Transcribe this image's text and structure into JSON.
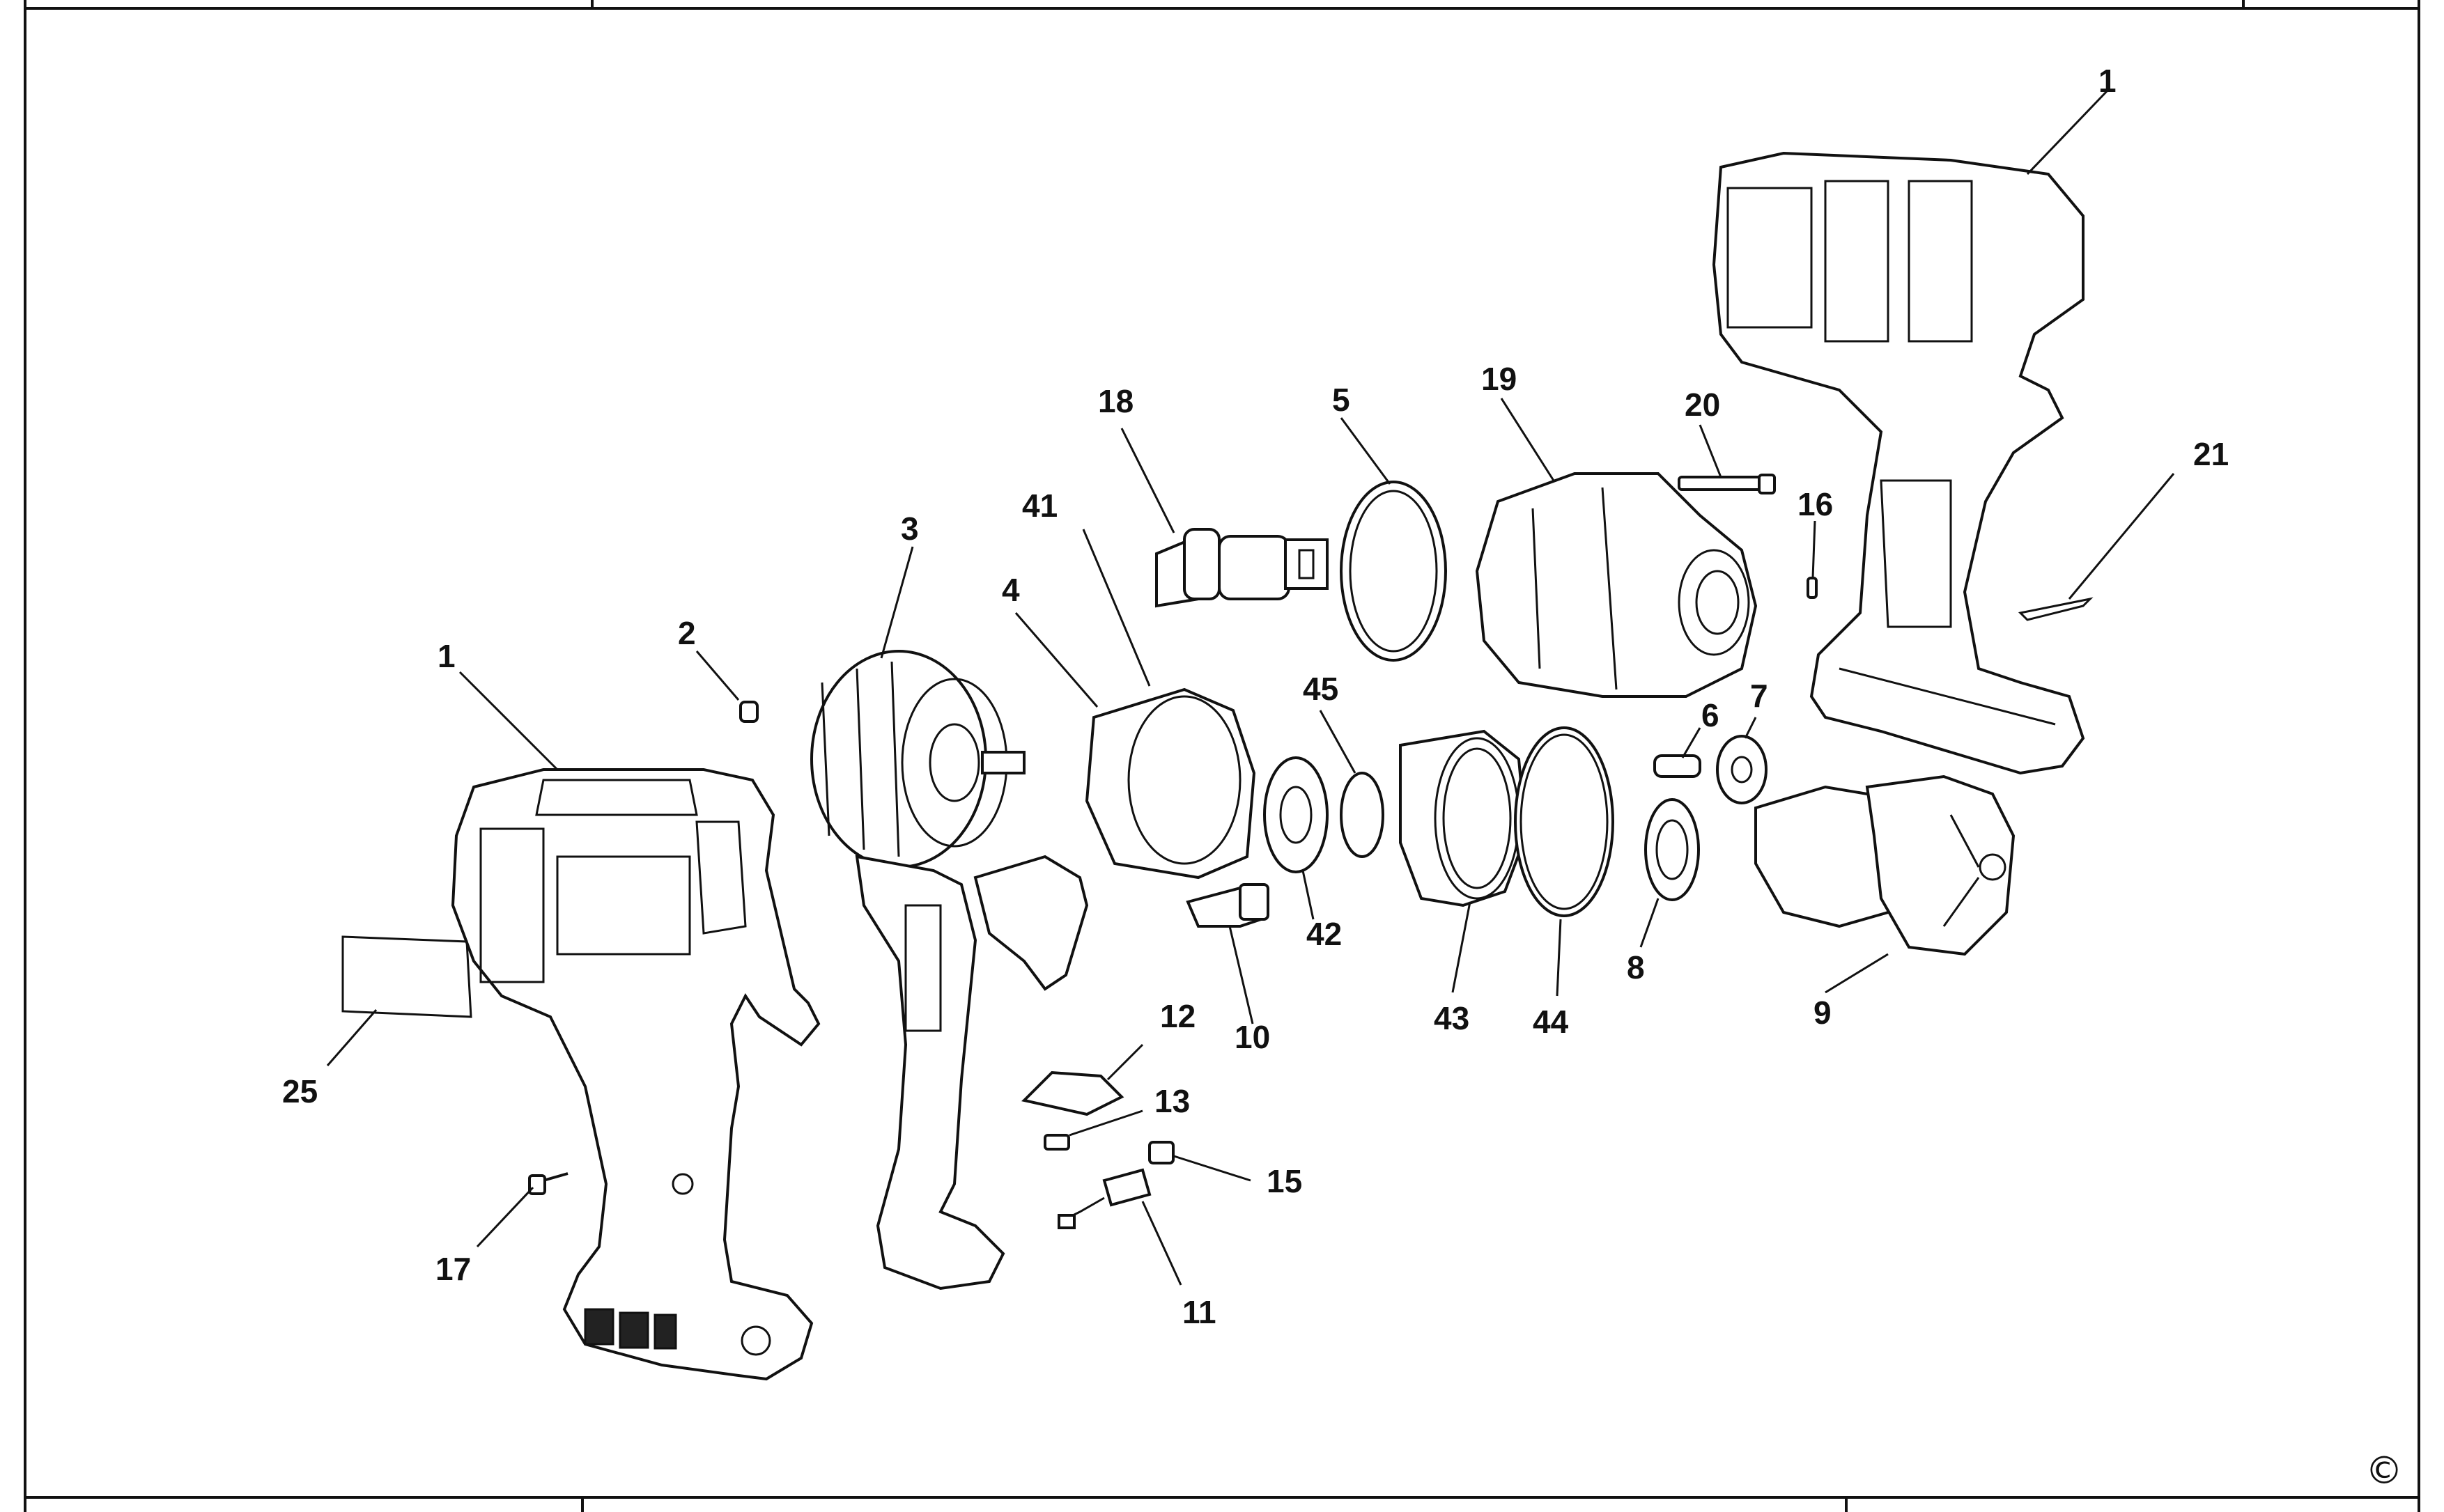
{
  "diagram": {
    "callouts": [
      {
        "id": "c1a",
        "label": "1"
      },
      {
        "id": "c1b",
        "label": "1"
      },
      {
        "id": "c2",
        "label": "2"
      },
      {
        "id": "c3",
        "label": "3"
      },
      {
        "id": "c4",
        "label": "4"
      },
      {
        "id": "c5",
        "label": "5"
      },
      {
        "id": "c6",
        "label": "6"
      },
      {
        "id": "c7",
        "label": "7"
      },
      {
        "id": "c8",
        "label": "8"
      },
      {
        "id": "c9",
        "label": "9"
      },
      {
        "id": "c10",
        "label": "10"
      },
      {
        "id": "c11",
        "label": "11"
      },
      {
        "id": "c12",
        "label": "12"
      },
      {
        "id": "c13",
        "label": "13"
      },
      {
        "id": "c15",
        "label": "15"
      },
      {
        "id": "c16",
        "label": "16"
      },
      {
        "id": "c17",
        "label": "17"
      },
      {
        "id": "c18",
        "label": "18"
      },
      {
        "id": "c19",
        "label": "19"
      },
      {
        "id": "c20",
        "label": "20"
      },
      {
        "id": "c21",
        "label": "21"
      },
      {
        "id": "c25",
        "label": "25"
      },
      {
        "id": "c41",
        "label": "41"
      },
      {
        "id": "c42",
        "label": "42"
      },
      {
        "id": "c43",
        "label": "43"
      },
      {
        "id": "c44",
        "label": "44"
      },
      {
        "id": "c45",
        "label": "45"
      }
    ],
    "copyright_symbol": "©"
  }
}
